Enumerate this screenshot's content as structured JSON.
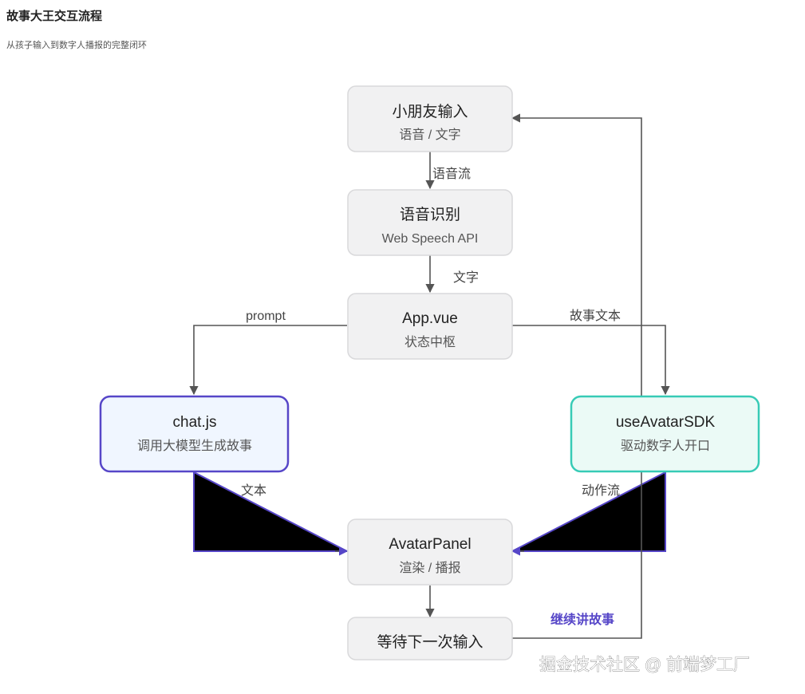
{
  "header": {
    "title": "故事大王交互流程",
    "subtitle": "从孩子输入到数字人播报的完整闭环"
  },
  "nodes": {
    "input": {
      "title": "小朋友输入",
      "sub": "语音 / 文字"
    },
    "asr": {
      "title": "语音识别",
      "sub": "Web Speech API"
    },
    "app": {
      "title": "App.vue",
      "sub": "状态中枢"
    },
    "chat": {
      "title": "chat.js",
      "sub": "调用大模型生成故事"
    },
    "sdk": {
      "title": "useAvatarSDK",
      "sub": "驱动数字人开口"
    },
    "panel": {
      "title": "AvatarPanel",
      "sub": "渲染 / 播报"
    },
    "wait": {
      "title": "等待下一次输入"
    }
  },
  "edges": {
    "input_asr": "语音流",
    "asr_app": "文字",
    "app_chat": "prompt",
    "app_sdk": "故事文本",
    "chat_panel": "文本",
    "sdk_panel": "动作流",
    "loop": "继续讲故事"
  },
  "colors": {
    "node_fill": "#f1f1f2",
    "chat_border": "#5646c8",
    "sdk_border": "#37cbb6",
    "edge": "#555555",
    "loop_label": "#5646c8"
  },
  "watermark": "掘金技术社区 @ 前端梦工厂"
}
